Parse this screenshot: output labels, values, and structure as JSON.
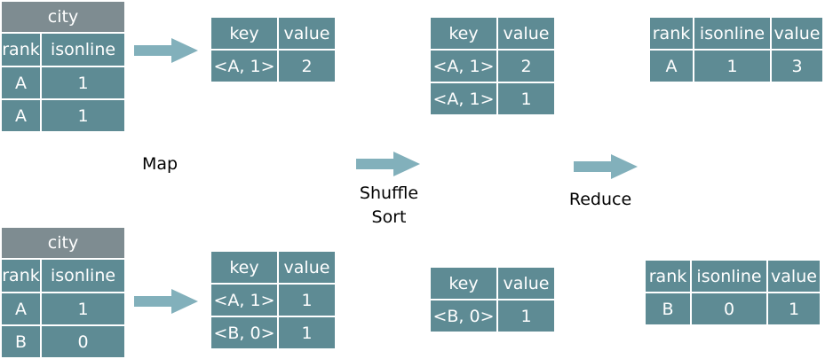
{
  "input_tables": [
    {
      "title": "city",
      "headers": [
        "rank",
        "isonline"
      ],
      "rows": [
        [
          "A",
          "1"
        ],
        [
          "A",
          "1"
        ]
      ]
    },
    {
      "title": "city",
      "headers": [
        "rank",
        "isonline"
      ],
      "rows": [
        [
          "A",
          "1"
        ],
        [
          "B",
          "0"
        ]
      ]
    }
  ],
  "map_tables": [
    {
      "headers": [
        "key",
        "value"
      ],
      "rows": [
        [
          "<A, 1>",
          "2"
        ]
      ]
    },
    {
      "headers": [
        "key",
        "value"
      ],
      "rows": [
        [
          "<A, 1>",
          "1"
        ],
        [
          "<B, 0>",
          "1"
        ]
      ]
    }
  ],
  "shuffle_tables": [
    {
      "headers": [
        "key",
        "value"
      ],
      "rows": [
        [
          "<A, 1>",
          "2"
        ],
        [
          "<A, 1>",
          "1"
        ]
      ]
    },
    {
      "headers": [
        "key",
        "value"
      ],
      "rows": [
        [
          "<B, 0>",
          "1"
        ]
      ]
    }
  ],
  "reduce_tables": [
    {
      "headers": [
        "rank",
        "isonline",
        "value"
      ],
      "rows": [
        [
          "A",
          "1",
          "3"
        ]
      ]
    },
    {
      "headers": [
        "rank",
        "isonline",
        "value"
      ],
      "rows": [
        [
          "B",
          "0",
          "1"
        ]
      ]
    }
  ],
  "labels": {
    "map": "Map",
    "shuffle_line1": "Shuffle",
    "shuffle_line2": "Sort",
    "reduce": "Reduce"
  },
  "colors": {
    "cell": "#5e8b94",
    "title_cell": "#7e8c91",
    "arrow": "#82b0bb"
  }
}
